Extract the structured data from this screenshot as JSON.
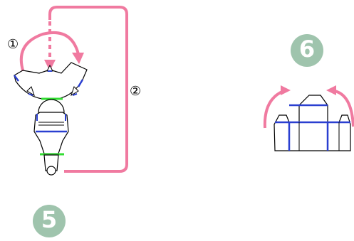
{
  "diagram": {
    "callouts": [
      {
        "id": "c1",
        "text": "①"
      },
      {
        "id": "c2",
        "text": "②"
      }
    ],
    "step_badges": [
      {
        "id": "s6",
        "text": "6"
      },
      {
        "id": "s5",
        "text": "5"
      }
    ],
    "colors": {
      "arrow": "#f07aa0",
      "edge_blue": "#2a3fd0",
      "edge_green": "#33dd33",
      "outline": "#000000",
      "badge": "#9fc4ad"
    }
  }
}
